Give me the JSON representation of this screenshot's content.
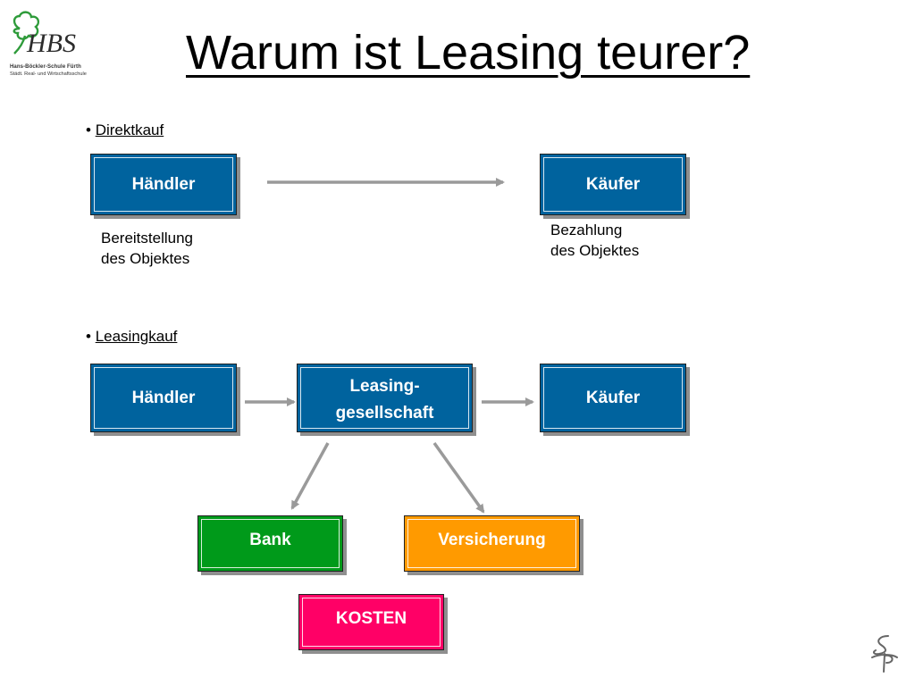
{
  "title": "Warum ist Leasing teurer?",
  "logo": {
    "mark": "HBS",
    "line1": "Hans-Böckler-Schule Fürth",
    "line2": "Städt. Real- und Wirtschaftsschule",
    "icon": "clover-logo-icon"
  },
  "direktkauf": {
    "bullet": "•",
    "heading": "Direktkauf",
    "haendler": "Händler",
    "kaeufer": "Käufer",
    "caption_left": [
      "Bereitstellung",
      "des Objektes"
    ],
    "caption_right": [
      "Bezahlung",
      "des Objektes"
    ]
  },
  "leasingkauf": {
    "bullet": "•",
    "heading": "Leasingkauf",
    "haendler": "Händler",
    "leasing_line1": "Leasing-",
    "leasing_line2": "gesellschaft",
    "kaeufer": "Käufer",
    "bank": "Bank",
    "versicherung": "Versicherung",
    "kosten": "KOSTEN"
  },
  "colors": {
    "box_blue": "#00639e",
    "bank_green": "#009a1a",
    "versicherung_orange": "#ff9a00",
    "kosten_pink": "#ff0066",
    "arrow_gray": "#9a9a9a"
  },
  "signature_icon": "handwritten-signature-icon"
}
